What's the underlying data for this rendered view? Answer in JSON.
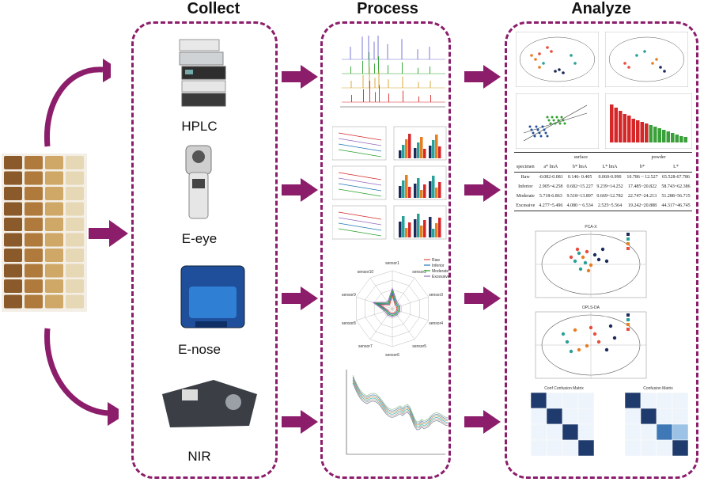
{
  "headings": {
    "collect": "Collect",
    "process": "Process",
    "analyze": "Analyze"
  },
  "devices": [
    {
      "label": "HPLC"
    },
    {
      "label": "E-eye"
    },
    {
      "label": "E-nose"
    },
    {
      "label": "NIR"
    }
  ],
  "radar": {
    "legend": [
      "Raw",
      "Inferior",
      "Moderate",
      "Excessive"
    ],
    "sensors": [
      "sensor1",
      "sensor2",
      "sensor3",
      "sensor4",
      "sensor5",
      "sensor6",
      "sensor7",
      "sensor8",
      "sensor9",
      "sensor10"
    ]
  },
  "table": {
    "group_headers": [
      "surface",
      "powder"
    ],
    "columns": [
      "specimen",
      "a* lmA",
      "b* lmA",
      "L* lmA",
      "b*",
      "L*"
    ],
    "rows": [
      [
        "Raw",
        "-0.082-0.081",
        "0.146- 0.405",
        "0.060-0.990",
        "10.786 ~ 12.527",
        "65.528-67.786"
      ],
      [
        "Inferior",
        "2.905~4.258",
        "0.682~15.227",
        "9.239~14.252",
        "17.485~20.822",
        "58.743~62.386"
      ],
      [
        "Moderate",
        "5.718-6.863",
        "9.518~13.897",
        "0.669~12.782",
        "22.747~24.213",
        "51.288~56.715"
      ],
      [
        "Excessive",
        "4.277~5.496",
        "4.080 ~ 6.534",
        "2.525~5.564",
        "19.242~20.888",
        "44.317~46.745"
      ]
    ]
  },
  "colors": {
    "accent": "#8c1d6b",
    "raw": "#1a2a5a",
    "inferior": "#2aa198",
    "moderate": "#e67e22",
    "excessive": "#e74c3c",
    "green": "#3aa13a",
    "red": "#d62728"
  },
  "pca_titles": [
    "PCA-X",
    "OPLS-DA"
  ],
  "cm_titles": [
    "Conf Confusion Matrix",
    "Confusion Matrix"
  ]
}
